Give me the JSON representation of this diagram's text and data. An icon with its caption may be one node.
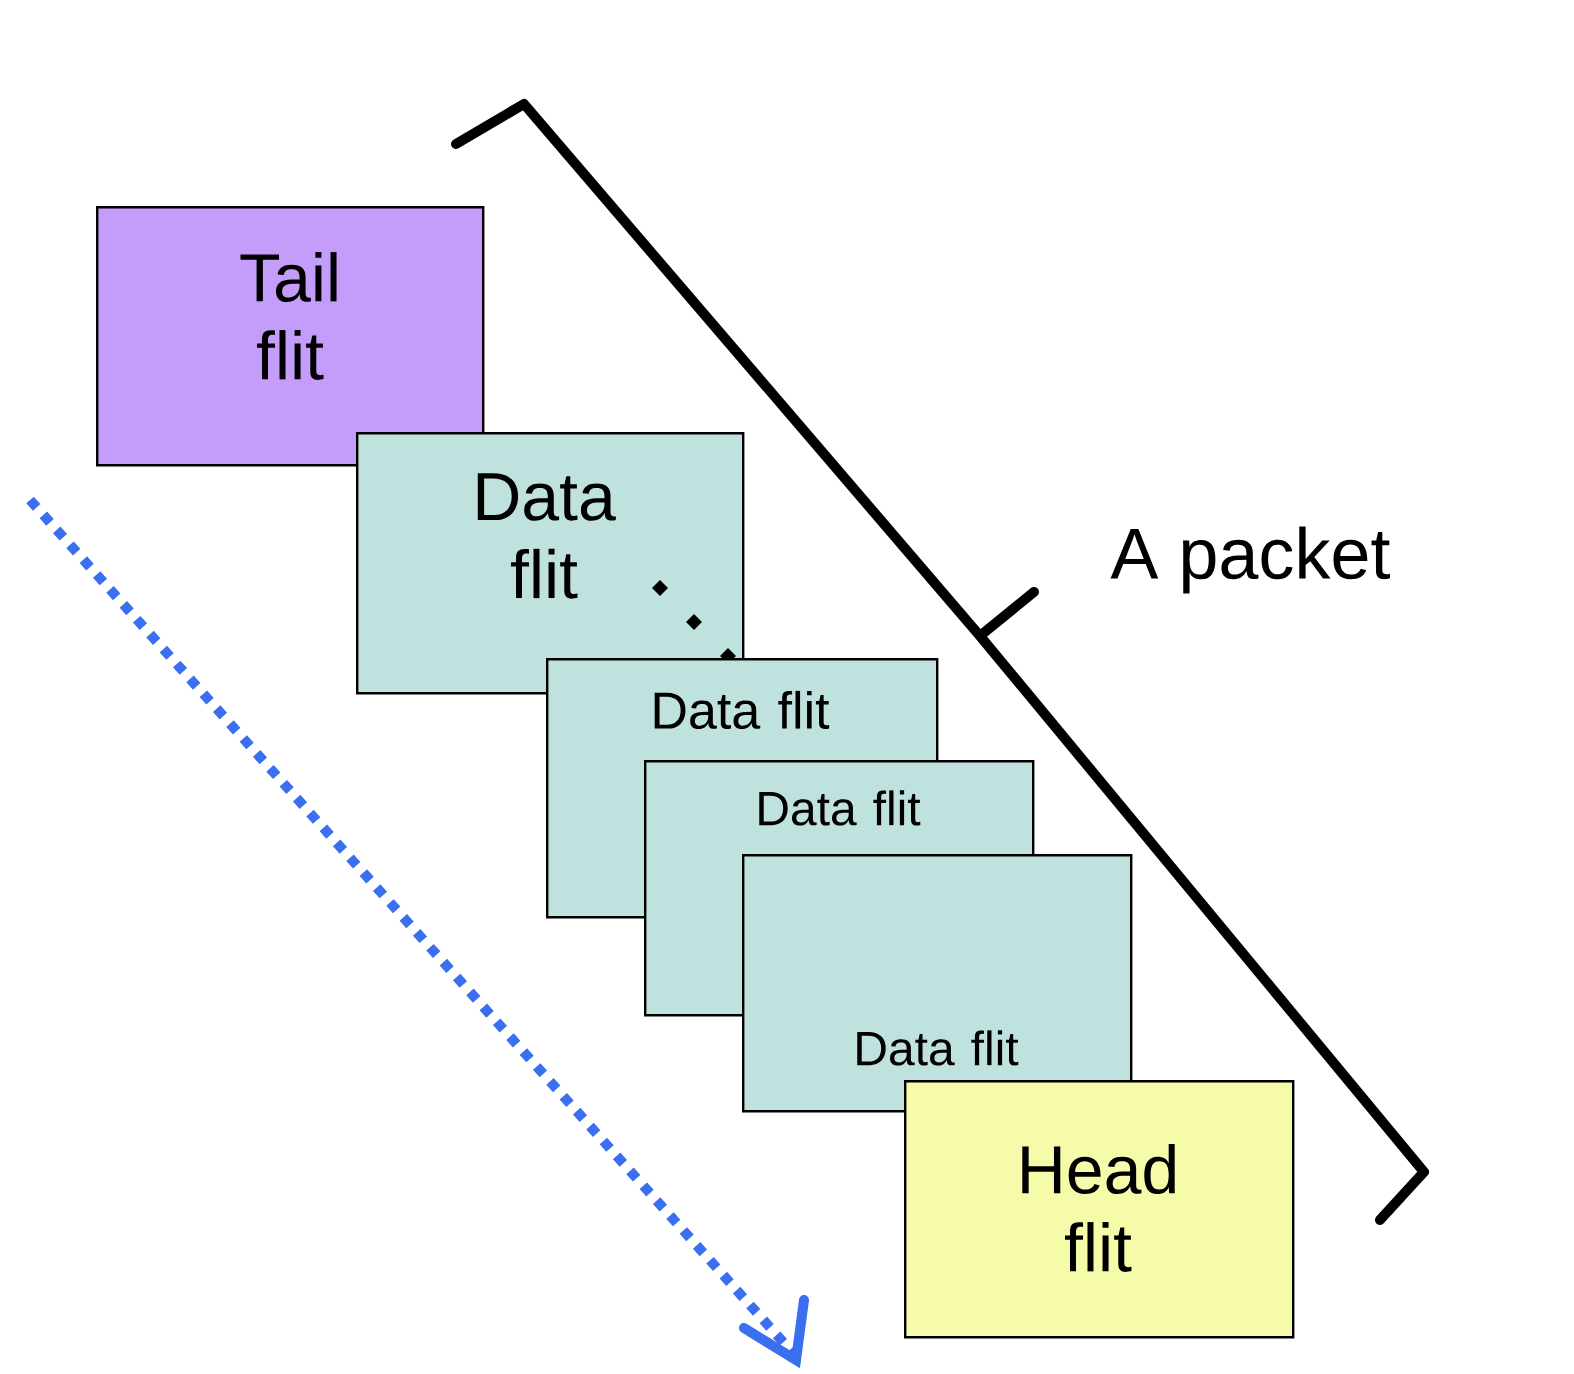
{
  "diagram": {
    "nodes": [
      {
        "text": [
          "Tail flit"
        ]
      },
      {
        "text": [
          "Data flit"
        ]
      },
      {
        "text": [
          "Data flit"
        ]
      },
      {
        "text": [
          "Data flit"
        ]
      },
      {
        "text": [
          "Data flit"
        ]
      },
      {
        "text": [
          "Head flit"
        ]
      }
    ],
    "labels": [
      "A packet"
    ]
  }
}
